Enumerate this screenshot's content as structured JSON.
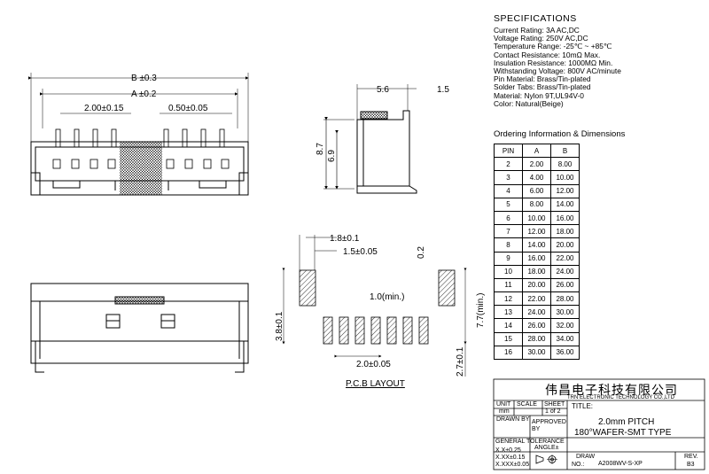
{
  "specifications": {
    "title": "SPECIFICATIONS",
    "lines": [
      "Current Rating: 3A AC,DC",
      "Voltage Rating: 250V AC,DC",
      "Temperature Range: -25℃ ~ +85℃",
      "Contact Resistance: 10mΩ Max.",
      "Insulation Resistance: 1000MΩ Min.",
      "Withstanding Voltage: 800V AC/minute",
      "Pin Material: Brass/Tin-plated",
      "Solder Tabs: Brass/Tin-plated",
      "Material: Nylon 9T,UL94V-0",
      "Color: Natural(Beige)"
    ]
  },
  "ordering": {
    "title": "Ordering Information & Dimensions",
    "headers": [
      "PIN",
      "A",
      "B"
    ],
    "rows": [
      [
        "2",
        "2.00",
        "8.00"
      ],
      [
        "3",
        "4.00",
        "10.00"
      ],
      [
        "4",
        "6.00",
        "12.00"
      ],
      [
        "5",
        "8.00",
        "14.00"
      ],
      [
        "6",
        "10.00",
        "16.00"
      ],
      [
        "7",
        "12.00",
        "18.00"
      ],
      [
        "8",
        "14.00",
        "20.00"
      ],
      [
        "9",
        "16.00",
        "22.00"
      ],
      [
        "10",
        "18.00",
        "24.00"
      ],
      [
        "11",
        "20.00",
        "26.00"
      ],
      [
        "12",
        "22.00",
        "28.00"
      ],
      [
        "13",
        "24.00",
        "30.00"
      ],
      [
        "14",
        "26.00",
        "32.00"
      ],
      [
        "15",
        "28.00",
        "34.00"
      ],
      [
        "16",
        "30.00",
        "36.00"
      ]
    ]
  },
  "dimensions": {
    "front_b": "B ±0.3",
    "front_a": "A ±0.2",
    "pitch": "2.00±0.15",
    "pin_width": "0.50±0.05",
    "side_width": "5.6",
    "side_offset": "1.5",
    "side_height": "8.7",
    "side_inner_height": "6.9",
    "pcb_pad_width": "1.8±0.1",
    "pcb_pad_gap": "1.5±0.05",
    "pcb_02": "0.2",
    "pcb_min10": "1.0(min.)",
    "pcb_min77": "7.7(min.)",
    "pcb_38": "3.8±0.1",
    "pcb_27": "2.7±0.1",
    "pcb_pitch": "2.0±0.05",
    "pcb_layout_label": "P.C.B LAYOUT"
  },
  "title_block": {
    "company_cn": "伟昌电子科技有限公司",
    "company_en": "TRN ELECTRONIC TECHNOLOGY CO.,LTD",
    "unit_label": "UNIT",
    "unit_value": "mm",
    "scale_label": "SCALE",
    "sheet_label": "SHEET",
    "sheet_value": "1 of 2",
    "title_label": "TITLE:",
    "drawn_by": "DRAWN BY",
    "approved_by": "APPROVED BY",
    "title_line1": "2.0mm PITCH",
    "title_line2": "180°WAFER-SMT TYPE",
    "general_tolerance": "GENERAL TOLERANCE",
    "angle": "ANGLE±",
    "tol1": "X.X±0.25",
    "tol2": "X.XX±0.15",
    "tol3": "X.XXX±0.05",
    "draw_label": "DRAW",
    "no_label": "NO.:",
    "drawing_no": "A2008WV-S-XP",
    "rev_label": "REV.",
    "rev_value": "B3"
  }
}
